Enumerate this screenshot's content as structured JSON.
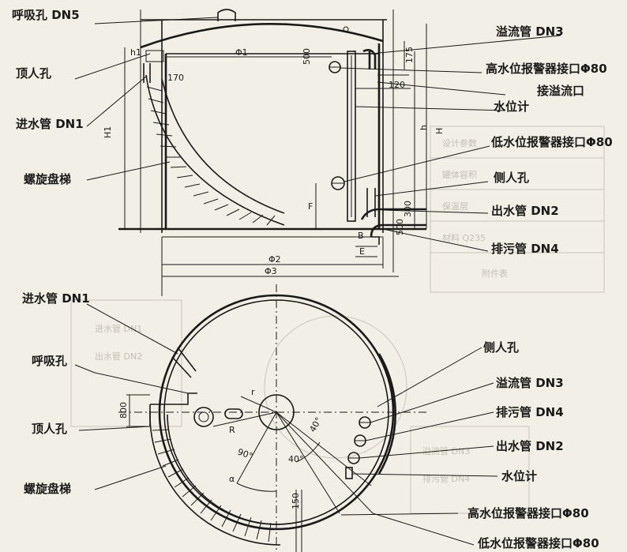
{
  "elevation": {
    "labels": {
      "breather": "呼吸孔 DN5",
      "top_manhole": "顶人孔",
      "inlet": "进水管 DN1",
      "stair": "螺旋盘梯",
      "overflow": "溢流管 DN3",
      "high_alarm": "高水位报警器接口Φ80",
      "overflow_port": "接溢流口",
      "gauge": "水位计",
      "low_alarm": "低水位报警器接口Φ80",
      "side_manhole": "侧人孔",
      "outlet": "出水管 DN2",
      "drain": "排污管 DN4"
    },
    "dims": {
      "phi1": "Φ1",
      "phi2": "Φ2",
      "phi3": "Φ3",
      "d500": "500",
      "d170": "170",
      "d120": "120",
      "d175": "175",
      "d300": "300",
      "d500b": "500",
      "h1": "h1",
      "H1": "H1",
      "h": "h",
      "H": "H",
      "F": "F",
      "B": "B",
      "E": "E"
    }
  },
  "plan": {
    "labels": {
      "inlet": "进水管 DN1",
      "breather": "呼吸孔",
      "top_manhole": "顶人孔",
      "stair": "螺旋盘梯",
      "side_manhole": "侧人孔",
      "overflow": "溢流管 DN3",
      "drain": "排污管 DN4",
      "outlet": "出水管 DN2",
      "gauge": "水位计",
      "high_alarm": "高水位报警器接口Φ80",
      "low_alarm": "低水位报警器接口Φ80"
    },
    "dims": {
      "d800": "800",
      "d150": "150",
      "r": "r",
      "R": "R",
      "a": "α",
      "ang40a": "40°",
      "ang40b": "40°",
      "ang90": "90°"
    }
  },
  "background": {
    "faint_text": [
      "设计参数",
      "罐体容积",
      "保温层",
      "材料 Q235",
      "附件表",
      "进水管 DN1",
      "出水管 DN2",
      "溢流管 DN3",
      "排污管 DN4"
    ]
  }
}
